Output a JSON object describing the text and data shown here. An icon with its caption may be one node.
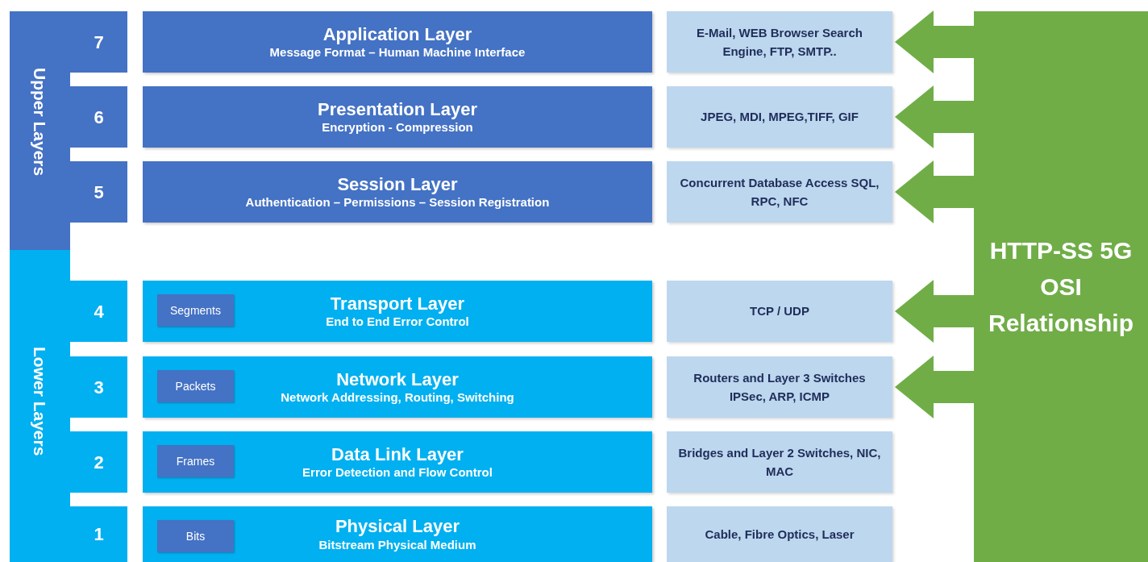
{
  "diagram": {
    "nodes": [
      {
        "text": [
          "Upper Layers"
        ]
      },
      {
        "text": [
          "Lower Layers"
        ]
      },
      {
        "text": [
          "7"
        ]
      },
      {
        "text": [
          "Application Layer",
          "Message Format – Human Machine Interface"
        ]
      },
      {
        "text": [
          "E-Mail, WEB Browser Search Engine, FTP, SMTP.."
        ]
      },
      {
        "text": [
          "6"
        ]
      },
      {
        "text": [
          "Presentation Layer",
          "Encryption - Compression"
        ]
      },
      {
        "text": [
          "JPEG, MDI, MPEG,TIFF, GIF"
        ]
      },
      {
        "text": [
          "5"
        ]
      },
      {
        "text": [
          "Session Layer",
          "Authentication – Permissions – Session Registration"
        ]
      },
      {
        "text": [
          "Concurrent Database Access SQL, RPC, NFC"
        ]
      },
      {
        "text": [
          "4"
        ]
      },
      {
        "text": [
          "Transport Layer",
          "End to End Error Control"
        ]
      },
      {
        "text": [
          "Segments"
        ],
        "in": 12
      },
      {
        "text": [
          "TCP / UDP"
        ]
      },
      {
        "text": [
          "3"
        ]
      },
      {
        "text": [
          "Network Layer",
          "Network Addressing, Routing, Switching"
        ]
      },
      {
        "text": [
          "Packets"
        ],
        "in": 16
      },
      {
        "text": [
          "Routers and Layer 3 Switches IPSec, ARP, ICMP"
        ]
      },
      {
        "text": [
          "2"
        ]
      },
      {
        "text": [
          "Data Link Layer",
          "Error Detection and Flow Control"
        ]
      },
      {
        "text": [
          "Frames"
        ],
        "in": 20
      },
      {
        "text": [
          "Bridges and Layer 2 Switches, NIC, MAC"
        ]
      },
      {
        "text": [
          "1"
        ]
      },
      {
        "text": [
          "Physical Layer",
          "Bitstream Physical Medium"
        ]
      },
      {
        "text": [
          "Bits"
        ],
        "in": 24
      },
      {
        "text": [
          "Cable, Fibre Optics, Laser"
        ]
      },
      {
        "text": [
          "HTTP-SS 5G OSI Relationship"
        ]
      }
    ],
    "edges": [
      {
        "from": 27,
        "to": 4,
        "arrow": "to"
      },
      {
        "from": 27,
        "to": 7,
        "arrow": "to"
      },
      {
        "from": 27,
        "to": 10,
        "arrow": "to"
      },
      {
        "from": 27,
        "to": 14,
        "arrow": "to"
      },
      {
        "from": 27,
        "to": 18,
        "arrow": "to"
      }
    ]
  }
}
